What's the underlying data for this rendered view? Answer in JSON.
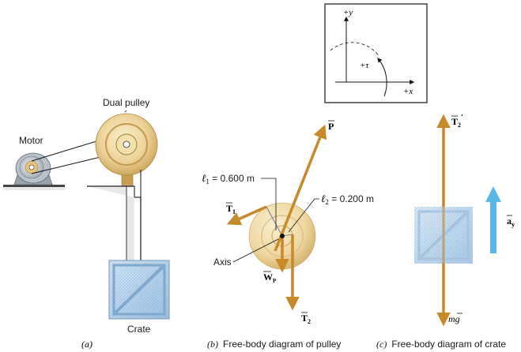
{
  "labels": {
    "motor": "Motor",
    "dual_pulley": "Dual pulley",
    "crate": "Crate",
    "l1": "ℓ",
    "l1_sub": "1",
    "l1_val": " = 0.600 m",
    "l2": "ℓ",
    "l2_sub": "2",
    "l2_val": " = 0.200 m",
    "axis": "Axis",
    "P": "P",
    "T1": "T",
    "T1_sub": "1",
    "T2": "T",
    "T2_sub": "2",
    "Wp": "W",
    "Wp_sub": "P",
    "T2prime": "T",
    "T2prime_sub": "2",
    "T2prime_mark": "′",
    "ay": "a",
    "ay_sub": "y",
    "mg": "mg",
    "plus_y": "+y",
    "plus_x": "+x",
    "plus_tau": "+τ"
  },
  "captions": {
    "a": "(a)",
    "b_tag": "(b)",
    "b_text": "Free-body diagram of pulley",
    "c_tag": "(c)",
    "c_text": "Free-body diagram of crate"
  },
  "colors": {
    "force": "#c8892a",
    "accel": "#5ab8e8",
    "crate_fill": "#b8d4ec",
    "crate_edge": "#7fa8cc",
    "pulley_light": "#f1dca8",
    "pulley_dark": "#c9a35c"
  }
}
